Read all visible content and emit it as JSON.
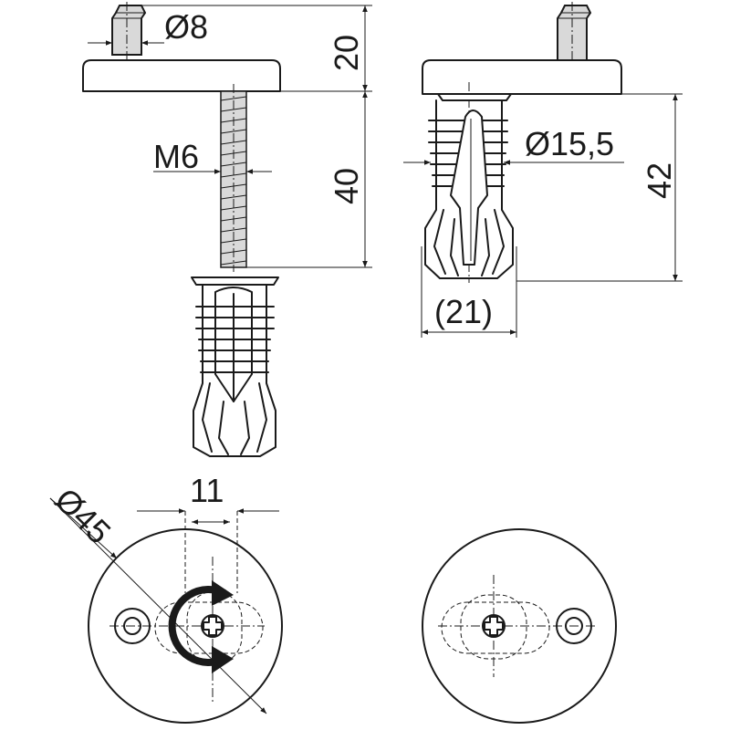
{
  "dimensions": {
    "stud_diameter": "Ø8",
    "head_height": "20",
    "thread": "M6",
    "screw_length": "40",
    "anchor_diameter": "Ø15,5",
    "anchor_length": "42",
    "anchor_spread": "(21)",
    "plate_diameter": "Ø45",
    "eccentric_offset": "11"
  },
  "colors": {
    "line": "#1a1a1a",
    "fill_grey": "#d9d9d9",
    "background": "#ffffff"
  },
  "icons": [
    "rotation-arrow-icon",
    "phillips-screw-icon"
  ]
}
